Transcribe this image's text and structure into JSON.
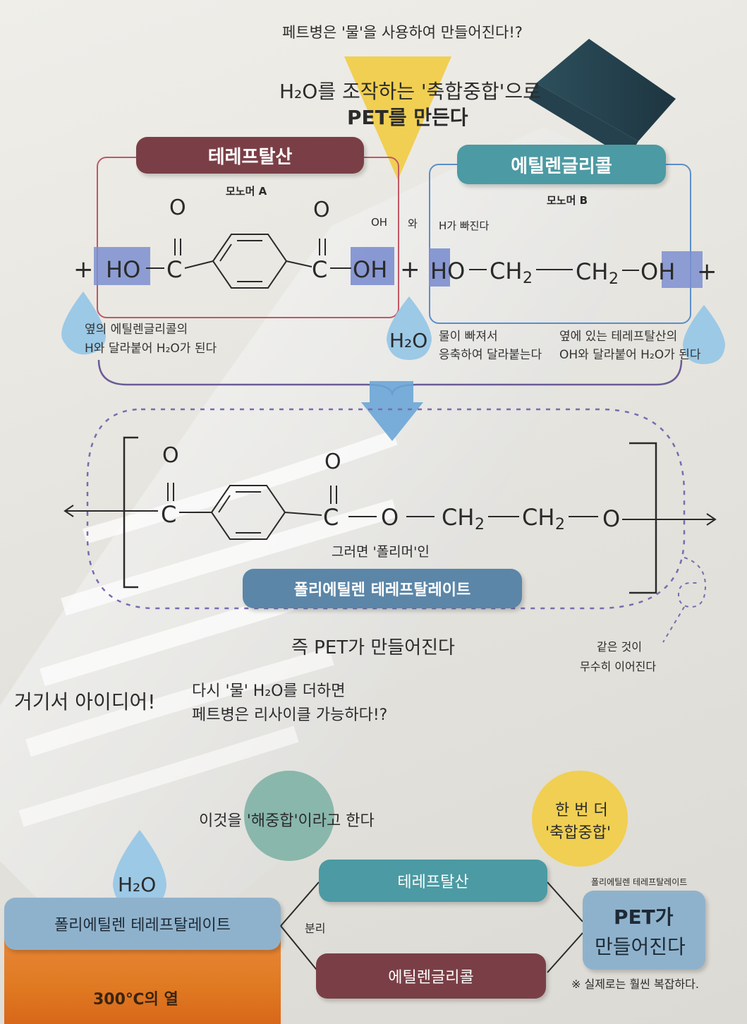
{
  "header": {
    "question": "페트병은 '물'을 사용하여 만들어진다!?",
    "line1": "H₂O를 조작하는 '축합중합'으로",
    "line2": "PET를 만든다"
  },
  "monomer_a": {
    "name": "테레프탈산",
    "label": "모노머 A"
  },
  "monomer_b": {
    "name": "에틸렌글리콜",
    "label": "모노머 B"
  },
  "reaction": {
    "oh_label": "OH",
    "wa_label": "와",
    "h_label": "H가 빠진다",
    "note_left_1": "옆의 에틸렌글리콜의",
    "note_left_2": "H와 달라붙어 H₂O가 된다",
    "water": "H₂O",
    "note_mid_1": "물이 빠져서",
    "note_mid_2": "응축하여 달라붙는다",
    "note_right_1": "옆에 있는 테레프탈산의",
    "note_right_2": "OH와 달라붙어 H₂O가 된다"
  },
  "polymer": {
    "caption": "그러면 '폴리머'인",
    "name": "폴리에틸렌 테레프탈레이트",
    "result": "즉 PET가 만들어진다",
    "repeat_1": "같은 것이",
    "repeat_2": "무수히 이어진다"
  },
  "idea": {
    "headline": "거기서 아이디어!",
    "line1": "다시 '물' H₂O를 더하면",
    "line2": "페트병은 리사이클 가능하다!?"
  },
  "recycle": {
    "hydrolysis": "이것을 '해중합'이라고 한다",
    "water": "H₂O",
    "input": "폴리에틸렌 테레프탈레이트",
    "heat": "300℃의 열",
    "split": "분리",
    "product_a": "테레프탈산",
    "product_b": "에틸렌글리콜",
    "again_1": "한 번 더",
    "again_2": "'축합중합'",
    "pet_small": "폴리에틸렌 테레프탈레이트",
    "pet_1": "PET가",
    "pet_2": "만들어진다",
    "footnote": "※ 실제로는 훨씬 복잡하다."
  },
  "colors": {
    "maroon": "#7a3f46",
    "teal": "#4c9aa3",
    "steel_blue": "#5b86a8",
    "highlight_blue": "#7d8fd0",
    "yellow": "#f0cf52",
    "green_circle": "#7fb3a5",
    "orange_heat": "#e07a22"
  }
}
